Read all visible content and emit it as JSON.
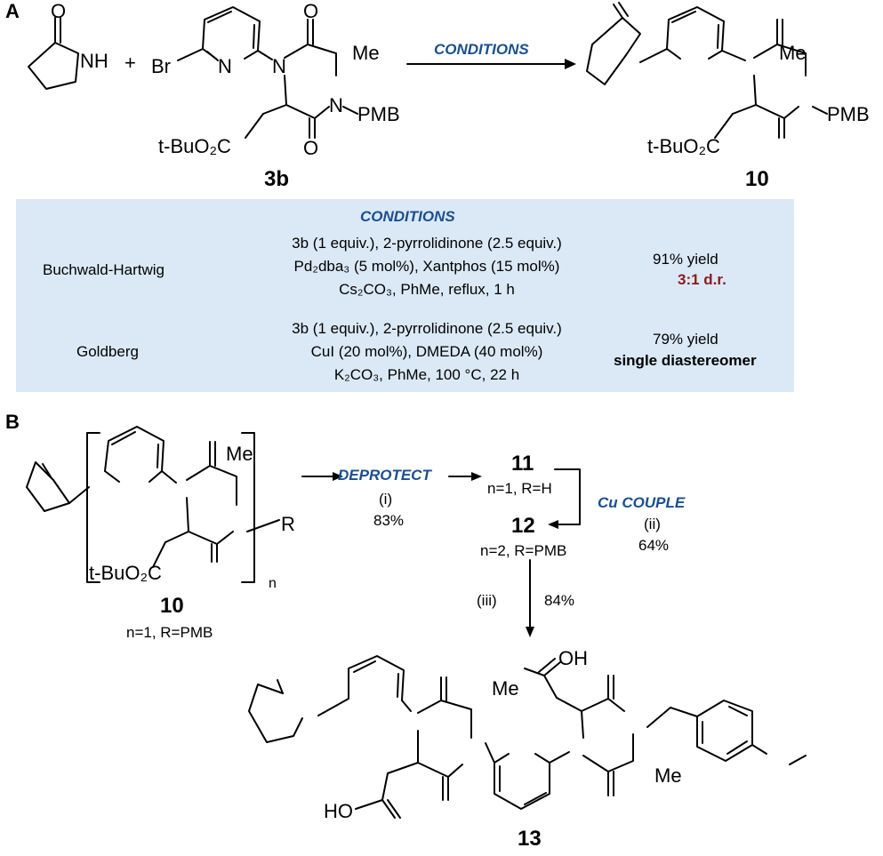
{
  "panels": {
    "a": "A",
    "b": "B"
  },
  "scheme_a": {
    "arrow_label": "CONDITIONS",
    "reactant1": {
      "nh": "NH",
      "o": "O"
    },
    "reactant2": {
      "label": "3b",
      "br": "Br",
      "n_pyr": "N",
      "me": "Me",
      "pmb": "PMB",
      "n1": "N",
      "n2": "N",
      "o_top": "O",
      "o_bot": "O",
      "ester": "t-BuO₂C"
    },
    "product": {
      "label": "10",
      "me": "Me",
      "pmb": "PMB",
      "ester": "t-BuO₂C"
    },
    "plus": "+"
  },
  "conditions_table": {
    "header": "CONDITIONS",
    "rows": [
      {
        "name": "Buchwald-Hartwig",
        "lines": [
          "3b (1 equiv.), 2-pyrrolidinone  (2.5 equiv.)",
          "Pd₂dba₃ (5 mol%), Xantphos (15 mol%)",
          "Cs₂CO₃, PhMe, reflux, 1 h"
        ],
        "result": "91% yield",
        "note": "3:1 d.r."
      },
      {
        "name": "Goldberg",
        "lines": [
          "3b (1 equiv.), 2-pyrrolidinone  (2.5 equiv.)",
          "CuI (20 mol%), DMEDA (40 mol%)",
          "K₂CO₃, PhMe, 100 °C, 22 h"
        ],
        "result": "79% yield",
        "note": "single diastereomer"
      }
    ],
    "colors": {
      "box": "#dbe9f6",
      "header": "#1a4f8f",
      "note_red": "#8b1a1a"
    }
  },
  "scheme_b": {
    "compound10": {
      "label": "10",
      "sub": "n=1, R=PMB",
      "me": "Me",
      "r": "R",
      "n": "n",
      "ester": "t-BuO₂C"
    },
    "step1": {
      "label": "DEPROTECT",
      "num": "(i)",
      "yield": "83%"
    },
    "compound11": {
      "label": "11",
      "sub": "n=1, R=H"
    },
    "step2": {
      "label": "Cu COUPLE",
      "num": "(ii)",
      "yield": "64%"
    },
    "compound12": {
      "label": "12",
      "sub": "n=2, R=PMB"
    },
    "step3": {
      "num": "(iii)",
      "yield": "84%"
    },
    "compound13": {
      "label": "13",
      "oh_top": "OH",
      "ho_bot": "HO",
      "me1": "Me",
      "me2": "Me"
    }
  }
}
